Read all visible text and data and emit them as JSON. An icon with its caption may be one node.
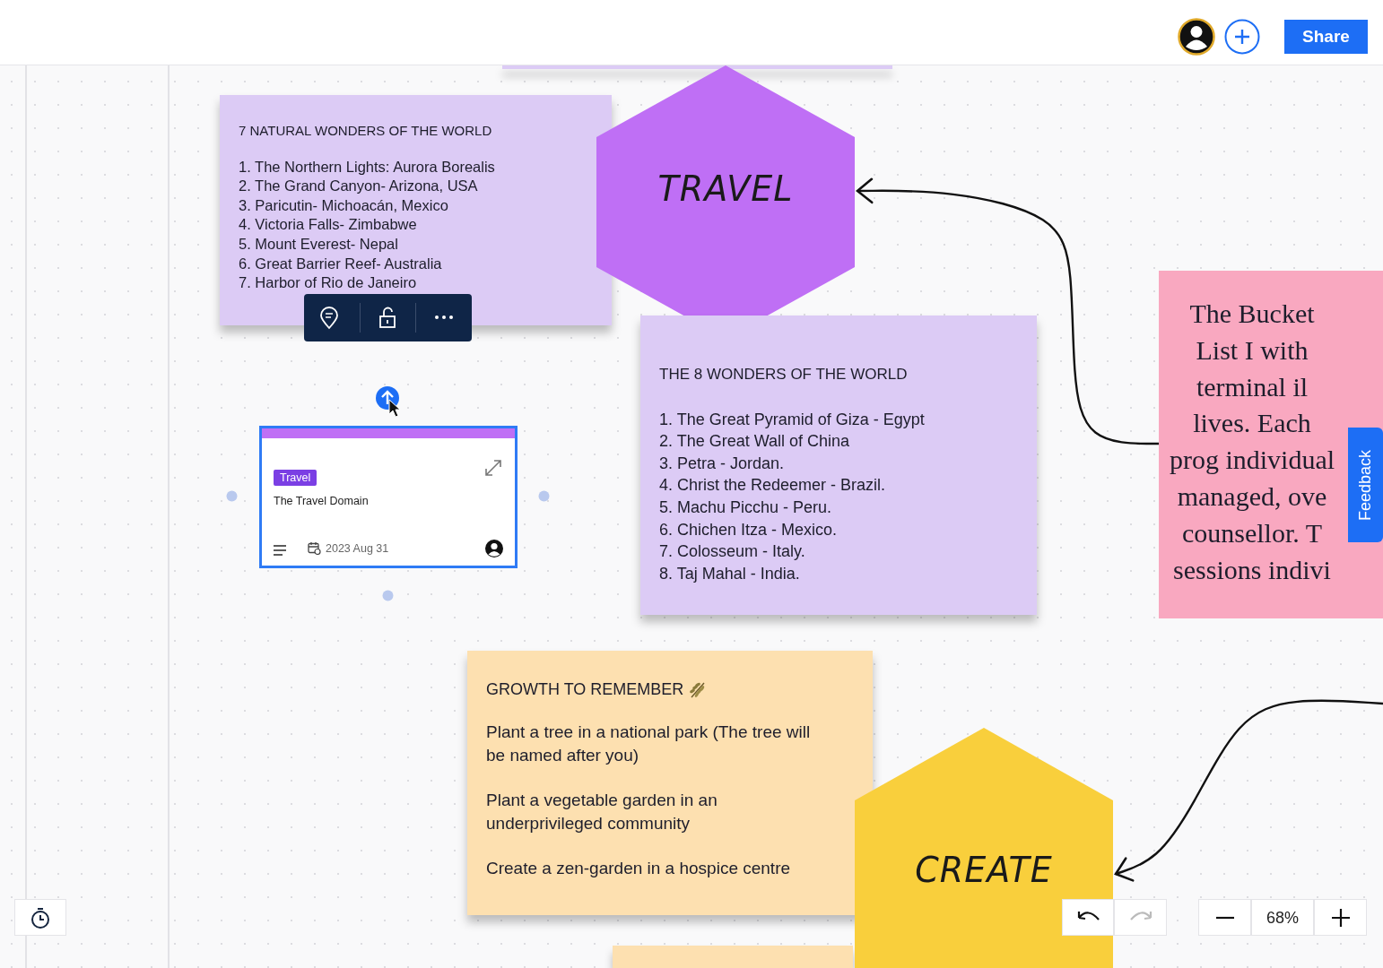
{
  "diagram": {
    "nodes": [
      {
        "text": [
          "7 NATURAL WONDERS OF THE WORLD",
          "1. The Northern Lights: Aurora Borealis",
          "2. The Grand Canyon- Arizona, USA",
          "3. Paricutin- Michoacán, Mexico",
          "4. Victoria Falls- Zimbabwe",
          "5. Mount Everest- Nepal",
          "6. Great Barrier Reef- Australia",
          "7. Harbor of Rio de Janeiro"
        ]
      },
      {
        "text": [
          "TRAVEL"
        ]
      },
      {
        "text": [
          "THE 8 WONDERS OF THE WORLD",
          "1. The Great Pyramid of Giza - Egypt",
          "2. The Great Wall of China",
          "3. Petra - Jordan.",
          "4. Christ the Redeemer - Brazil.",
          "5. Machu Picchu - Peru.",
          "6. Chichen Itza - Mexico.",
          "7. Colosseum - Italy.",
          "8. Taj Mahal - India."
        ]
      },
      {
        "text": [
          "The Bucket List I with terminal il lives. Each prog individual managed, ove counsellor. T sessions indivi"
        ]
      },
      {
        "text": [
          "Travel",
          "The Travel Domain",
          "2023 Aug 31"
        ]
      },
      {
        "text": [
          "GROWTH TO REMEMBER",
          "Plant a tree in a national park (The tree will be named after you)",
          "Plant a vegetable garden in an underprivileged community",
          "Create a zen-garden in a hospice centre"
        ]
      },
      {
        "text": [
          "CREATE"
        ]
      },
      {
        "text": [],
        "shape": "box"
      },
      {
        "text": [],
        "shape": "box"
      }
    ],
    "edges": [
      {
        "from": 3,
        "to": 1,
        "arrow": "to"
      },
      {
        "from": null,
        "to": 6,
        "arrow": "to"
      }
    ],
    "labels": [
      "Share",
      "Feedback",
      "68%"
    ]
  }
}
